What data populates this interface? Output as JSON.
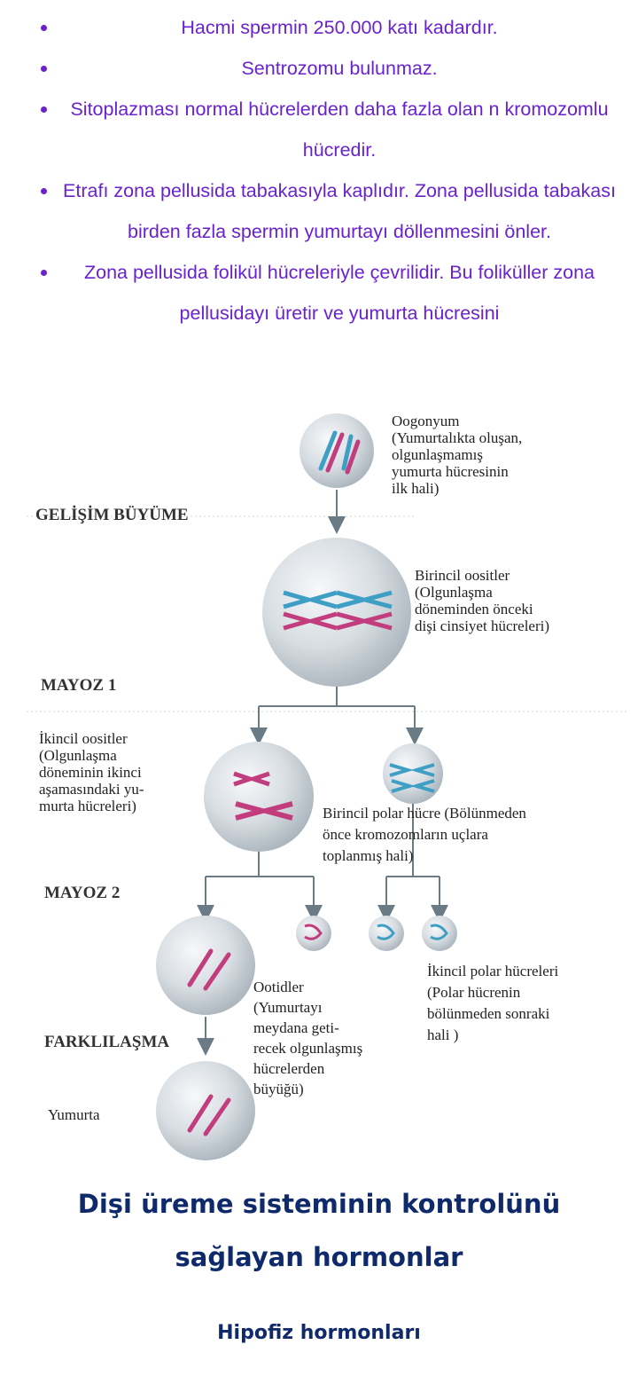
{
  "bullets": [
    {
      "text": "Hacmi spermin 250.000 katı kadardır."
    },
    {
      "text": "Sentrozomu bulunmaz."
    },
    {
      "text": "Sitoplazması normal hücrelerden daha fazla olan n kromozomlu hücredir."
    },
    {
      "text": "Etrafı zona pellusida tabakasıyla kaplıdır. Zona pellusida tabakası birden fazla spermin yumurtayı döllenmesini önler."
    },
    {
      "text": "Zona pellusida folikül hücreleriyle çevrilidir. Bu foliküller zona pellusidayı üretir ve yumurta hücresini"
    }
  ],
  "diagram": {
    "stages": {
      "growth": "GELİŞİM BÜYÜME",
      "meiosis1": "MAYOZ 1",
      "meiosis2": "MAYOZ 2",
      "differentiation": "FARKLILAŞMA"
    },
    "labels": {
      "oogonium": [
        "Oogonyum",
        "(Yumurtalıkta oluşan,",
        "olgunlaşmamış",
        "yumurta hücresinin",
        "ilk hali)"
      ],
      "primary_oocyte": [
        "Birincil  oositler",
        "(Olgunlaşma",
        "döneminden önceki",
        "dişi cinsiyet hücreleri)"
      ],
      "secondary_oocyte": [
        "İkincil oositler",
        "(Olgunlaşma",
        "döneminin ikinci",
        "aşamasındaki yu-",
        "murta hücreleri)"
      ],
      "first_polar": [
        "Birincil polar hücre (Bölünmeden",
        "önce kromozomların uçlara",
        "toplanmış hali)"
      ],
      "second_polar": [
        "İkincil polar hücreleri",
        "(Polar hücrenin",
        "bölünmeden sonraki",
        "hali )"
      ],
      "ootid": [
        "Ootidler",
        "(Yumurtayı",
        "meydana geti-",
        "recek olgunlaşmış",
        "hücrelerden",
        "büyüğü)"
      ],
      "ovum": [
        "Yumurta"
      ]
    },
    "colors": {
      "chromosome_blue": "#3e9ec4",
      "chromosome_pink": "#c23d7e",
      "cell": "#d3d9de"
    }
  },
  "headings": {
    "title_line1": "Dişi üreme sisteminin kontrolünü",
    "title_line2": "sağlayan hormonlar",
    "subtitle": "Hipofiz hormonları"
  }
}
